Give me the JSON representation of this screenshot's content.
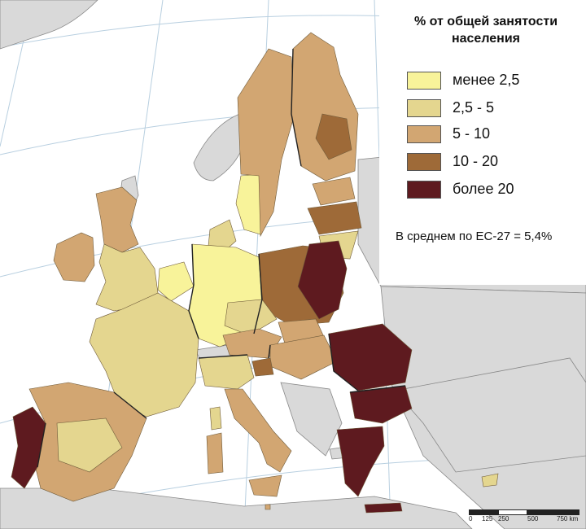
{
  "legend": {
    "title": "% от общей занятости населения",
    "classes": [
      {
        "label": "менее 2,5",
        "color": "#f8f39a"
      },
      {
        "label": "2,5 - 5",
        "color": "#e4d68f"
      },
      {
        "label": "5 - 10",
        "color": "#d2a672"
      },
      {
        "label": "10 - 20",
        "color": "#9e6a38"
      },
      {
        "label": "более 20",
        "color": "#5e1a1f"
      }
    ],
    "note": "В среднем по ЕС-27 = 5,4%"
  },
  "scale": {
    "labels": [
      "0",
      "125",
      "250",
      "500",
      "750 km"
    ]
  },
  "colors": {
    "sea": "#ffffff",
    "non_eu_land": "#d9d9d9",
    "graticule": "#b8cfe0",
    "border": "#222222"
  }
}
